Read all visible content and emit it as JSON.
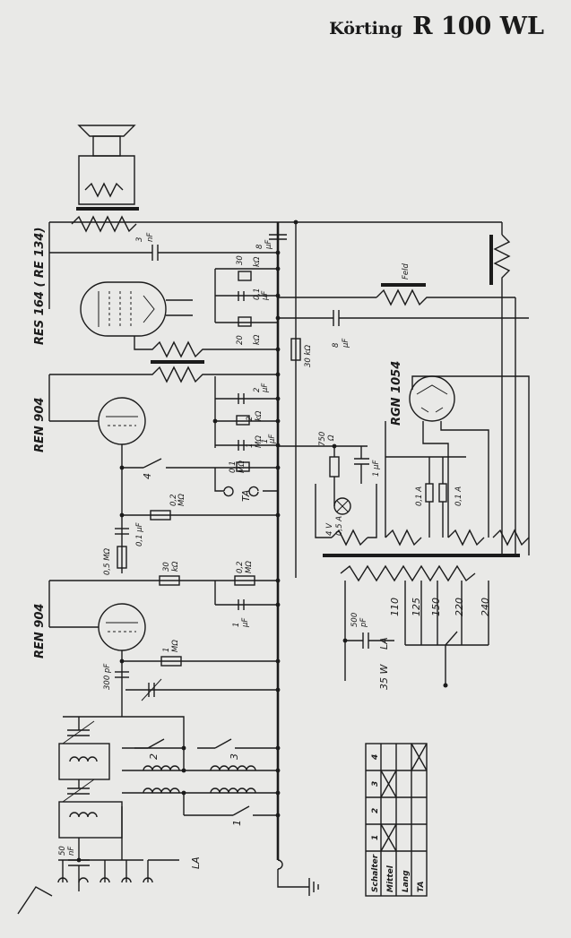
{
  "header": {
    "brand": "Körting",
    "model": "R 100 WL"
  },
  "tubes": {
    "output": "RES 164 ( RE 134)",
    "detector": "REN 904",
    "rf": "REN 904",
    "rectifier": "RGN 1054"
  },
  "components": {
    "c_3nf": [
      "3",
      "nF"
    ],
    "c_8uf_top": [
      "8",
      "μF"
    ],
    "r_30k_a": [
      "30",
      "kΩ"
    ],
    "c_01uf_a": [
      "0,1",
      "μF"
    ],
    "r_20k": [
      "20",
      "kΩ"
    ],
    "c_8uf": [
      "8",
      "μF"
    ],
    "r_30k_bleeder": "30 kΩ",
    "feld": "Feld",
    "c_2uf": [
      "2",
      "μF"
    ],
    "r_2k": [
      "2",
      "kΩ"
    ],
    "r_1m_a": [
      "1",
      "MΩ"
    ],
    "c_1uf_a": [
      "1",
      "μF"
    ],
    "r_01m": [
      "0,1",
      "MΩ"
    ],
    "r_02m_a": [
      "0,2",
      "MΩ"
    ],
    "c_01uf_b": "0,1 μF",
    "r_05m": "0,5 MΩ",
    "r_30k_b": [
      "30",
      "kΩ"
    ],
    "r_02m_b": [
      "0,2",
      "MΩ"
    ],
    "c_1uf_b": [
      "1",
      "μF"
    ],
    "r_1m_b": [
      "1",
      "MΩ"
    ],
    "c_300pf": "300 pF",
    "r_750": [
      "750",
      "Ω"
    ],
    "c_1uf_c": "1 μF",
    "lamp": [
      "4 V",
      "0,5 A"
    ],
    "fuse_a": "0,1 A",
    "fuse_b": "0,1 A",
    "c_500pf": [
      "500",
      "pF"
    ],
    "c_50nf": [
      "50",
      "nF"
    ],
    "ta_label": "TA",
    "la_label_a": "LA",
    "la_label_b": "LA",
    "power": "35 W",
    "taps": [
      "110",
      "125",
      "150",
      "220",
      "240"
    ],
    "switches": [
      "1",
      "2",
      "3",
      "4"
    ]
  },
  "switch_table": {
    "header": "Schalter",
    "columns": [
      "1",
      "2",
      "3",
      "4"
    ],
    "rows": [
      {
        "label": "Mittel",
        "marks": [
          true,
          false,
          true,
          false
        ]
      },
      {
        "label": "Lang",
        "marks": [
          false,
          false,
          false,
          false
        ]
      },
      {
        "label": "TA",
        "marks": [
          false,
          false,
          false,
          true
        ]
      }
    ]
  }
}
